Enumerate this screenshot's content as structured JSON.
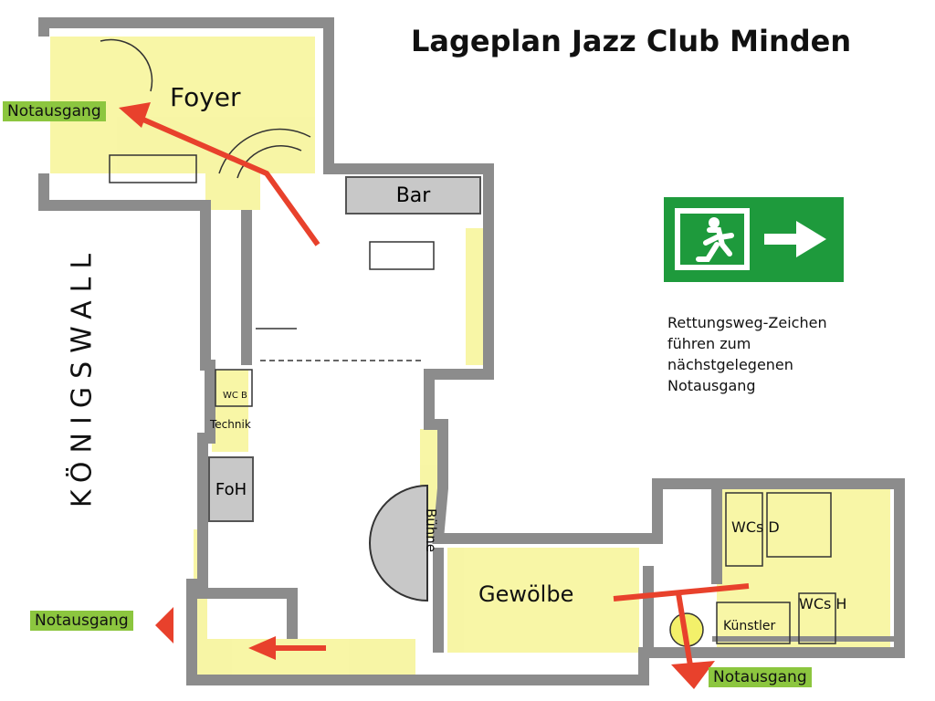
{
  "title": "Lageplan Jazz Club Minden",
  "street": "KÖNIGSWALL",
  "rooms": {
    "foyer": "Foyer",
    "bar": "Bar",
    "wc_b": "WC B",
    "technik": "Technik",
    "foh": "FoH",
    "buehne": "Bühne",
    "gewoelbe": "Gewölbe",
    "wcs_d": "WCs D",
    "wcs_h": "WCs H",
    "kuenstler": "Künstler"
  },
  "exits": [
    "Notausgang",
    "Notausgang",
    "Notausgang"
  ],
  "legend": {
    "sign_icon": "emergency-exit-running-man-arrow-right",
    "lines": [
      "Rettungsweg-Zeichen",
      "führen zum",
      "nächstgelegenen",
      "Notausgang"
    ]
  },
  "colors": {
    "exit_green": "#8cc63f",
    "sign_green": "#1e9a3c",
    "arrow_red": "#e8412c",
    "wall": "#8c8c8c",
    "highlight": "#f3f06a"
  }
}
